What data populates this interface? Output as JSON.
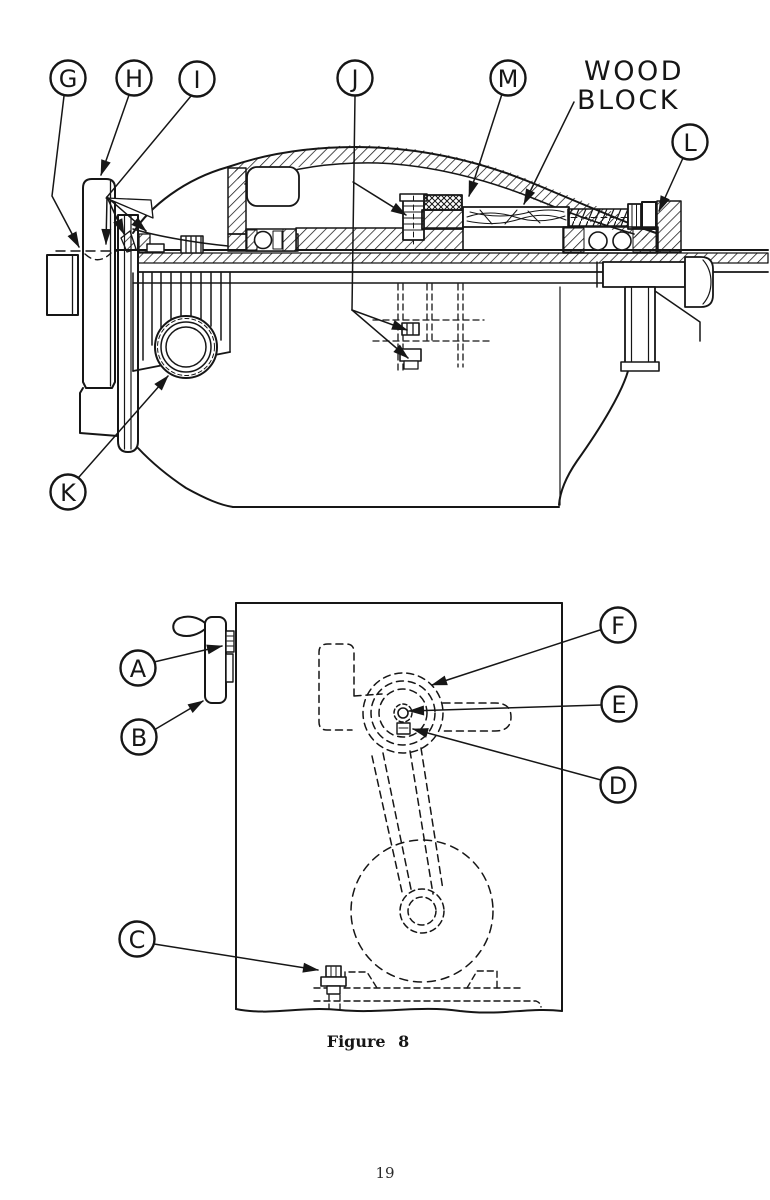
{
  "colors": {
    "ink": "#161616",
    "paper": "#ffffff"
  },
  "top_diagram": {
    "description": "cross-section of headstock quill assembly",
    "wood_block_label": {
      "line1": "WOOD",
      "line2": "BLOCK"
    },
    "callouts": {
      "g": "G",
      "h": "H",
      "i": "I",
      "j": "J",
      "m": "M",
      "l": "L",
      "k": "K"
    }
  },
  "bottom_diagram": {
    "description": "rear panel view with hidden belt and pulley mechanism",
    "callouts": {
      "a": "A",
      "b": "B",
      "c": "C",
      "d": "D",
      "e": "E",
      "f": "F"
    }
  },
  "caption": "Figure 8",
  "page_number": "19"
}
